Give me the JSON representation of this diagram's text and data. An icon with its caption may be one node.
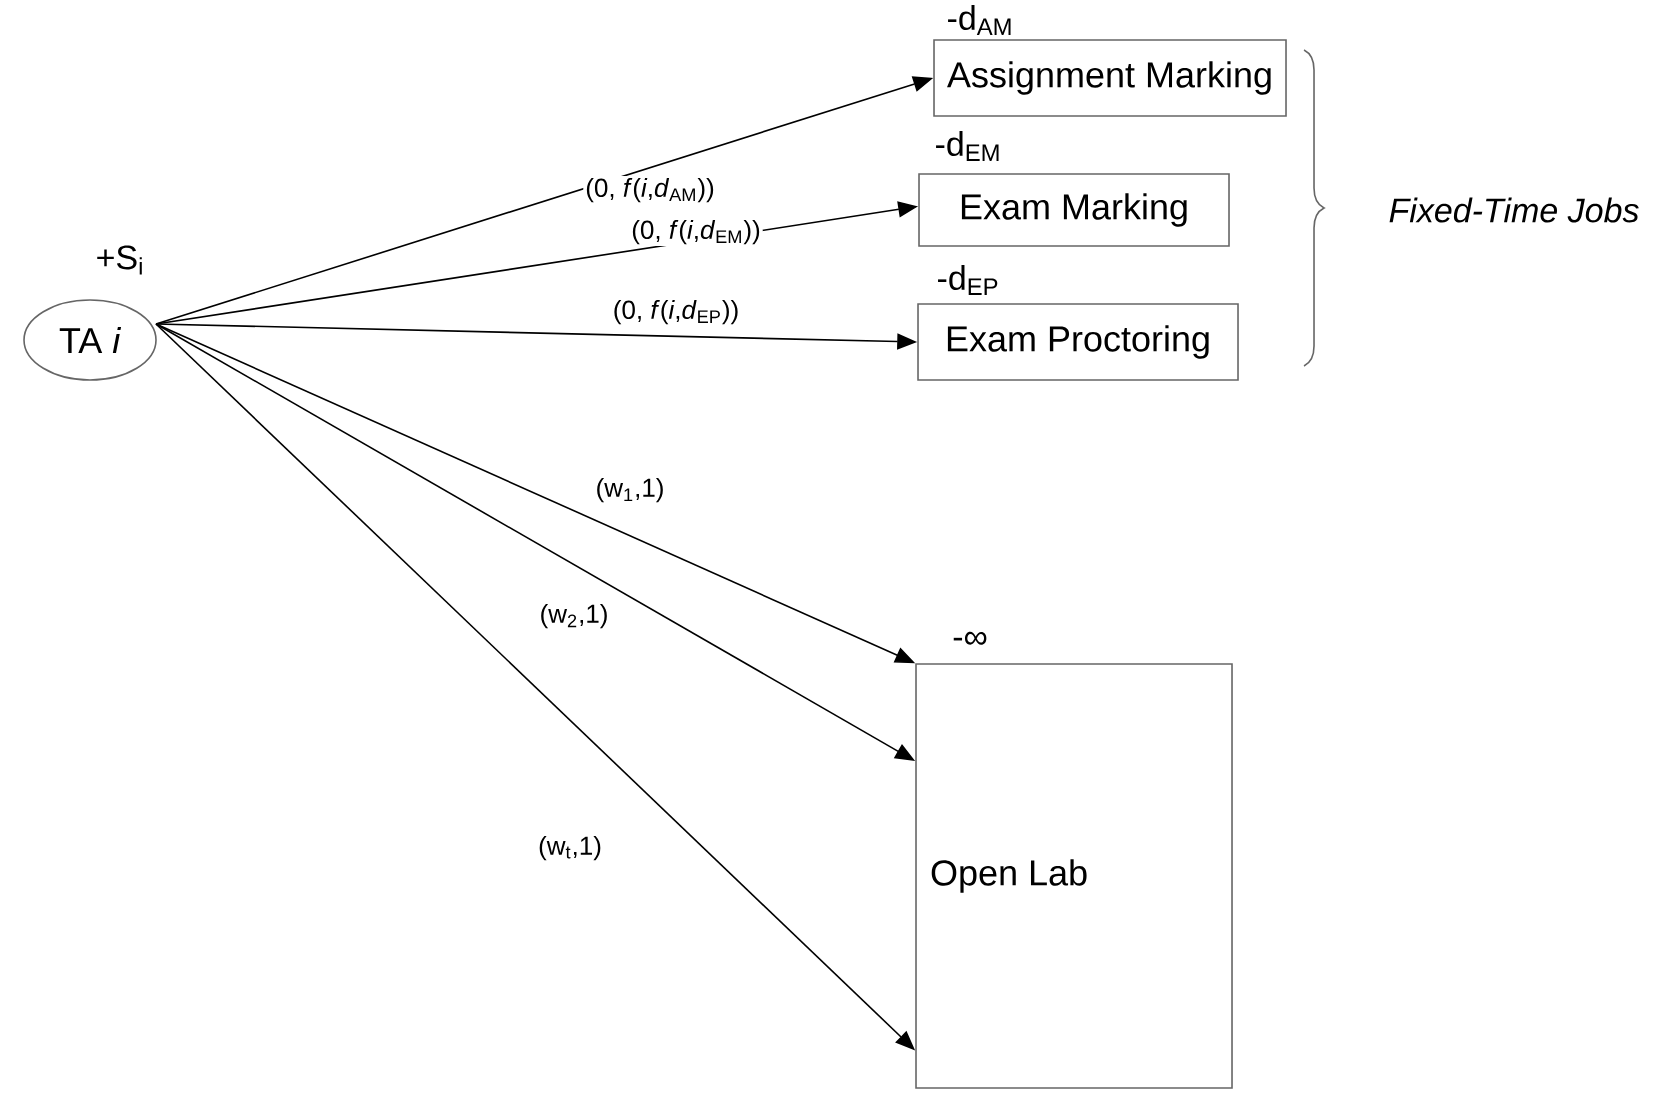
{
  "diagram": {
    "nodes": [
      {
        "text": [
          "TA *i*"
        ],
        "beside": [
          "+S$_{i}$"
        ]
      },
      {
        "text": [
          "Assignment Marking"
        ],
        "beside": [
          "-d$_{AM}$"
        ]
      },
      {
        "text": [
          "Exam Marking"
        ],
        "beside": [
          "-d$_{EM}$"
        ]
      },
      {
        "text": [
          "Exam Proctoring"
        ],
        "beside": [
          "-d$_{EP}$"
        ]
      },
      {
        "text": [
          "Open Lab"
        ],
        "beside": [
          "-∞"
        ]
      }
    ],
    "edges": [
      {
        "from": 0,
        "to": 1,
        "arrow": "to",
        "label": "(0, *f*(*i*,*d*$_{AM}$))"
      },
      {
        "from": 0,
        "to": 2,
        "arrow": "to",
        "label": "(0, *f*(*i*,*d*$_{EM}$))"
      },
      {
        "from": 0,
        "to": 3,
        "arrow": "to",
        "label": "(0, *f*(*i*,*d*$_{EP}$))"
      },
      {
        "from": 0,
        "to": 4,
        "arrow": "to",
        "label": "(w$_{1}$,1)"
      },
      {
        "from": 0,
        "to": 4,
        "arrow": "to",
        "label": "(w$_{2}$,1)"
      },
      {
        "from": 0,
        "to": 4,
        "arrow": "to",
        "label": "(w$_{t}$,1)"
      }
    ],
    "labels": [
      "Fixed-Time Jobs"
    ]
  }
}
